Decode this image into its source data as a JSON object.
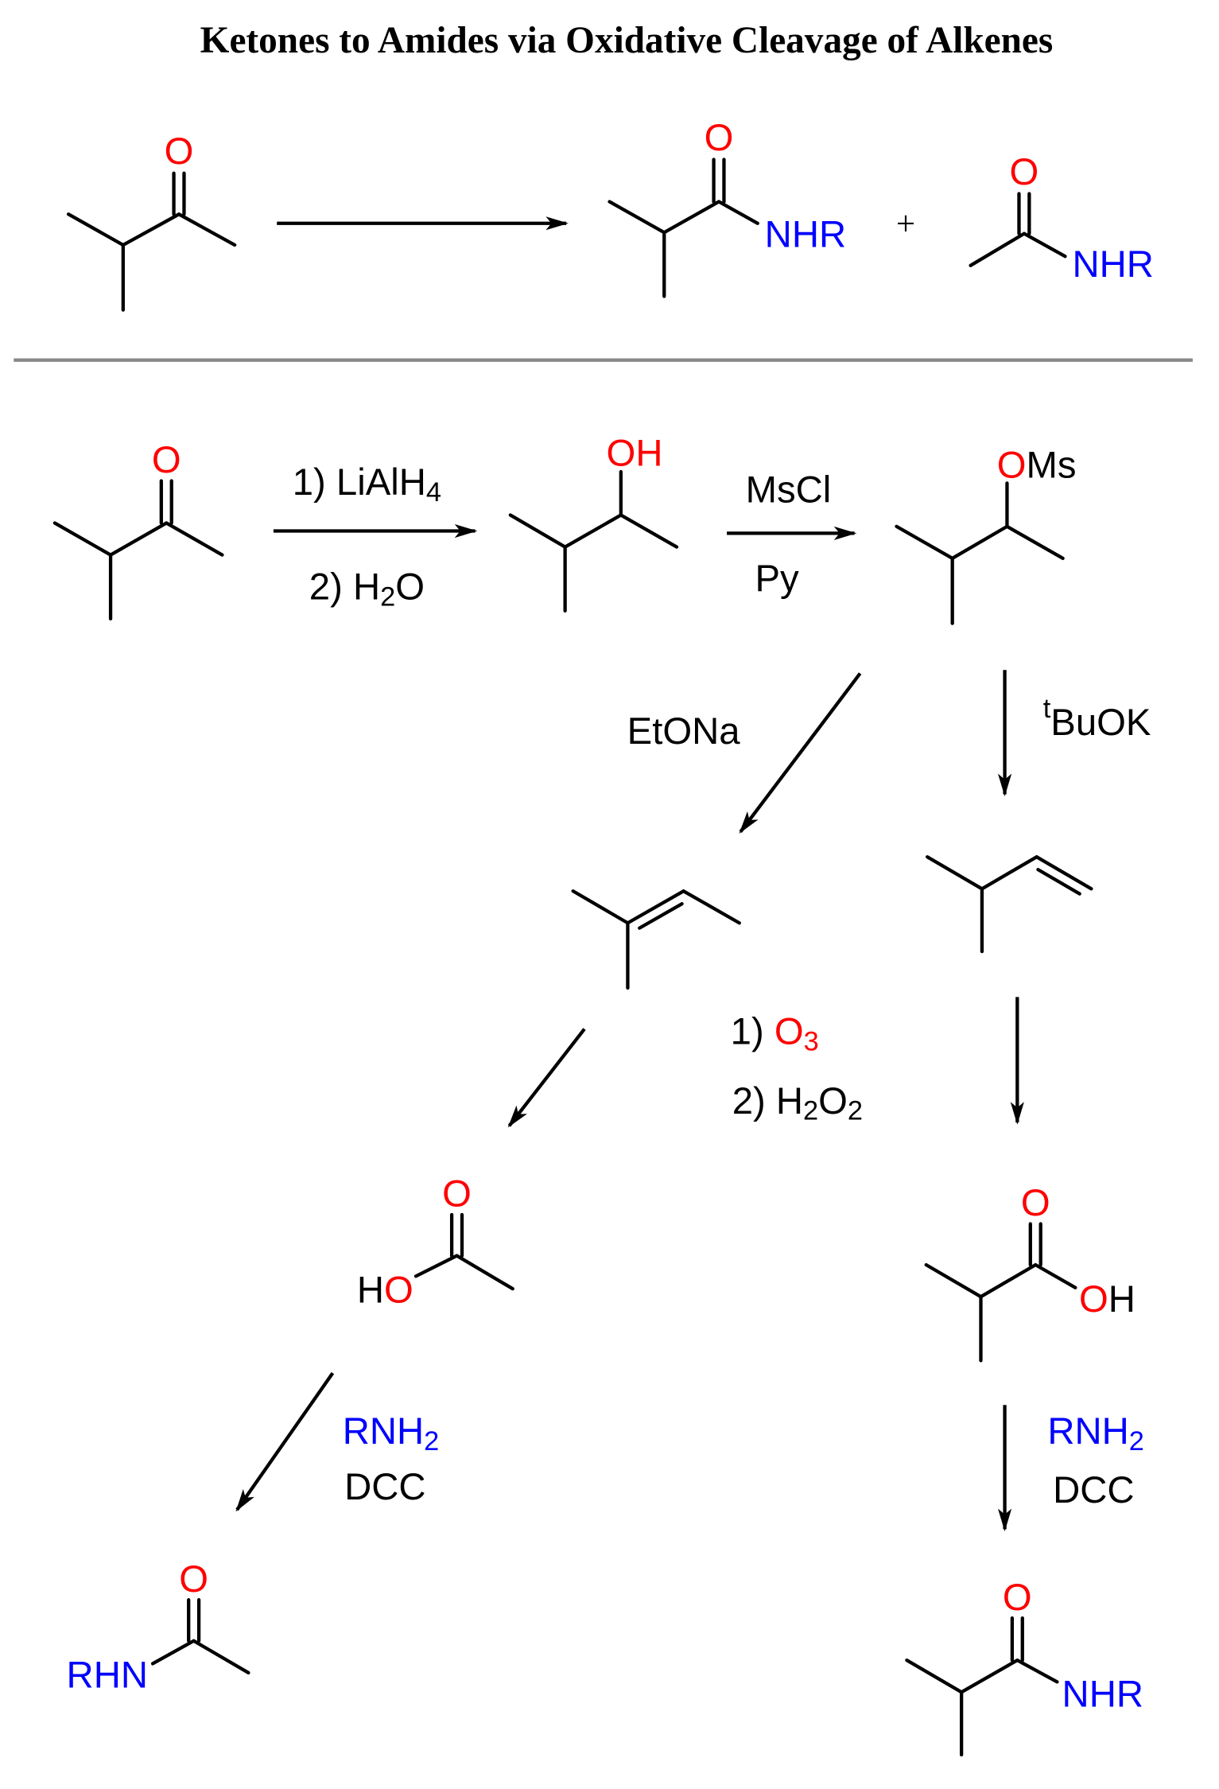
{
  "title": "Ketones to Amides via Oxidative Cleavage of Alkenes",
  "colors": {
    "oxygen": "#ff0000",
    "nitrogen": "#0000ff",
    "divider": "#888888"
  },
  "atoms": {
    "O": "O",
    "OH": "OH",
    "O_of_OMs": "O",
    "Ms": "Ms",
    "NHR": "NHR",
    "RHN": "RHN",
    "H": "H",
    "HO_H": "H"
  },
  "plus": "+",
  "reagents": {
    "step1a_prefix": "1) LiAlH",
    "step1a_sub": "4",
    "step1b_prefix": "2) H",
    "step1b_sub": "2",
    "step1b_suffix": "O",
    "mscl": "MsCl",
    "py": "Py",
    "etona": "EtONa",
    "tbuok_sup": "t",
    "tbuok": "BuOK",
    "ozone_prefix": "1) ",
    "ozone": "O",
    "ozone_sub": "3",
    "h2o2_prefix": "2) H",
    "h2o2_sub1": "2",
    "h2o2_mid": "O",
    "h2o2_sub2": "2",
    "rnh2": "RNH",
    "rnh2_sub": "2",
    "dcc": "DCC"
  }
}
